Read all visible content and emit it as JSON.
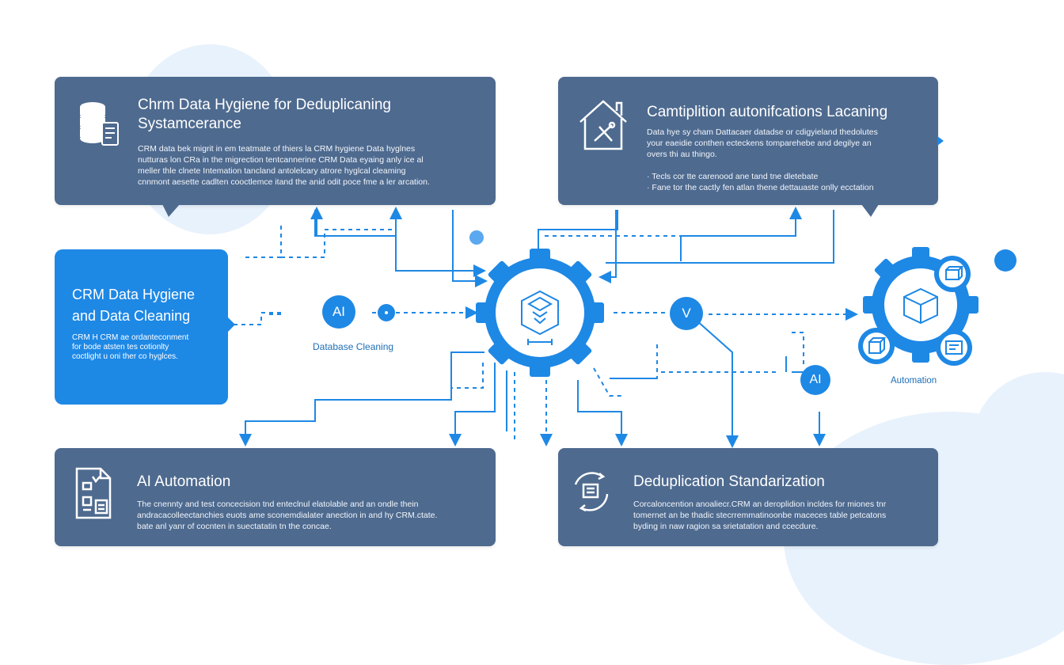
{
  "panels": {
    "top_left": {
      "title_line1": "Chrm Data Hygiene for Deduplicaning",
      "title_line2": "Systamcerance",
      "body": [
        "CRM data bek migrit in em teatmate of thiers la CRM hygiene Data hyglnes",
        "nutturas lon CRa in the migrection tentcannerine CRM Data eyaing anly ice al",
        "meller thle clnete Intemation tancland antolelcary atrore hyglcal cleaming",
        "cnnmont aesette cadlten cooctlemce itand the anid odit poce fme a ler arcation."
      ]
    },
    "top_right": {
      "title": "Camtiplition autonifcations Lacaning",
      "body": [
        "Data hye sy cham Dattacaer datadse or cdigyieland thedolutes",
        "your eaeidie conthen ecteckens tomparehebe and degilye an",
        "overs thi au thingo."
      ],
      "bullets": [
        "· Tecls cor tte carenood ane tand tne dletebate",
        "· Fane tor the cactly fen atlan thene dettauaste onlly ecctation"
      ]
    },
    "left_blue": {
      "title_line1": "CRM Data Hygiene",
      "title_line2": "and Data Cleaning",
      "body": [
        "CRM H CRM ae ordanteconment",
        "for bode atsten tes cotionlty",
        "coctlight u oni ther co hyglces."
      ]
    },
    "bottom_left": {
      "title": "AI Automation",
      "body": [
        "The cnennty and test concecision tnd enteclnul elatolable and an ondle thein",
        "andracacolleectanchies euots ame sconemdialater anection in and hy CRM.ctate.",
        "bate anl yanr of cocnten in suectatatin tn the concae."
      ]
    },
    "bottom_right": {
      "title": "Deduplication Standarization",
      "body": [
        "Corcaloncention anoaliecr.CRM an deroplidion incldes for miones tnr",
        "tomernet an be thadic stecrremmatinoonbe maceces table petcatons",
        "byding in naw ragion sa srietatation and ccecdure."
      ]
    }
  },
  "nodes": {
    "ai_left": "AI",
    "v_node": "V",
    "ai_right": "AI"
  },
  "labels": {
    "database_cleaning": "Database Cleaning",
    "automation": "Automation"
  },
  "icons": {
    "top_left": "database-stack-icon",
    "top_right": "house-tools-icon",
    "bottom_left": "document-puzzle-icon",
    "bottom_right": "cycle-box-icon",
    "hub": "cube-shield-icon",
    "auto_center": "cube-icon"
  },
  "colors": {
    "panel": "#4e6a8f",
    "accent": "#1e88e5",
    "background": "#ffffff",
    "blob": "#e8f2fc"
  }
}
